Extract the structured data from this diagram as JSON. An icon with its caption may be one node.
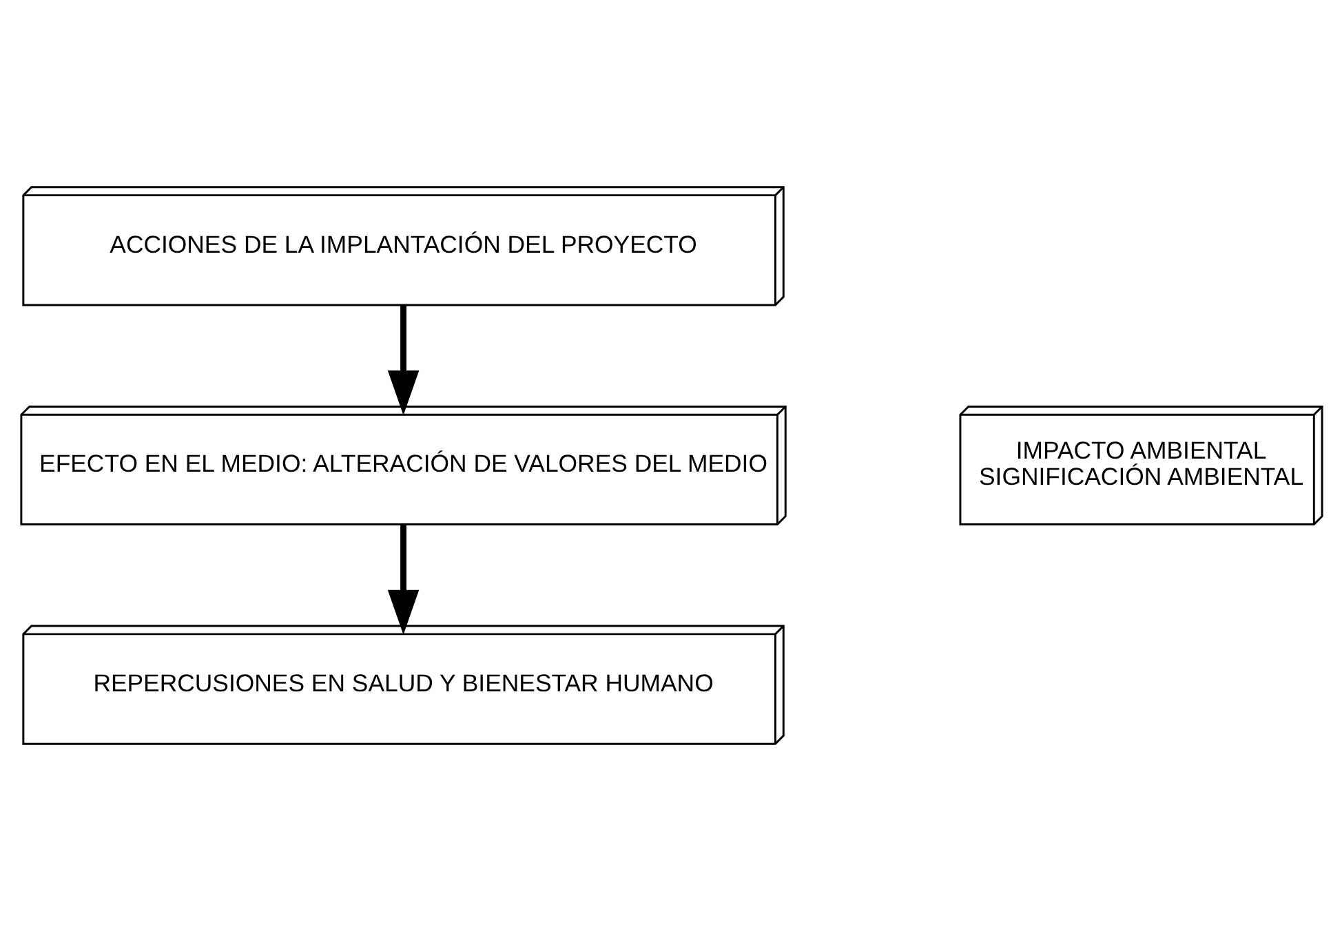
{
  "diagram": {
    "nodes": [
      {
        "text": [
          "ACCIONES DE LA IMPLANTACIÓN DEL PROYECTO"
        ]
      },
      {
        "text": [
          "EFECTO EN EL MEDIO: ALTERACIÓN DE VALORES DEL MEDIO"
        ]
      },
      {
        "text": [
          "REPERCUSIONES EN SALUD Y BIENESTAR HUMANO"
        ]
      },
      {
        "text": [
          "IMPACTO AMBIENTAL",
          "SIGNIFICACIÓN AMBIENTAL"
        ]
      }
    ],
    "edges": [
      {
        "from": 0,
        "to": 1,
        "arrow": "to"
      },
      {
        "from": 1,
        "to": 2,
        "arrow": "to"
      }
    ]
  }
}
